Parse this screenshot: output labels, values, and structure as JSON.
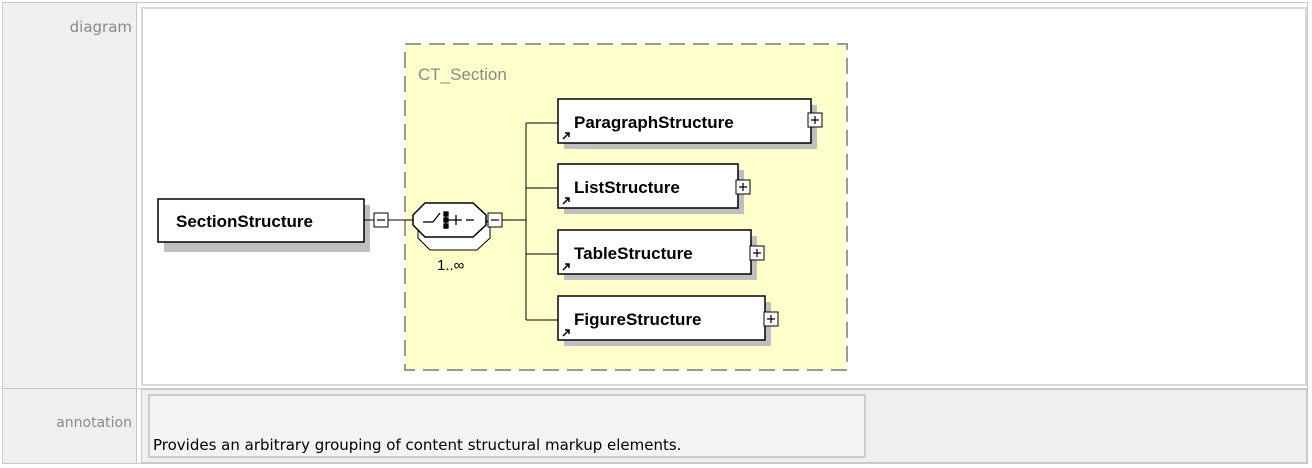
{
  "rows": {
    "diagram_label": "diagram",
    "annotation_label": "annotation"
  },
  "diagram": {
    "root": "SectionStructure",
    "type_name": "CT_Section",
    "multiplicity": "1..∞",
    "children": [
      "ParagraphStructure",
      "ListStructure",
      "TableStructure",
      "FigureStructure"
    ]
  },
  "annotation": {
    "text": "Provides an arbitrary grouping of content structural markup elements."
  },
  "colors": {
    "type_bg": "#ffffcc",
    "type_border": "#999999",
    "node_border": "#000000",
    "shadow": "#bfbfbf",
    "label_text": "#8a8a8a"
  }
}
